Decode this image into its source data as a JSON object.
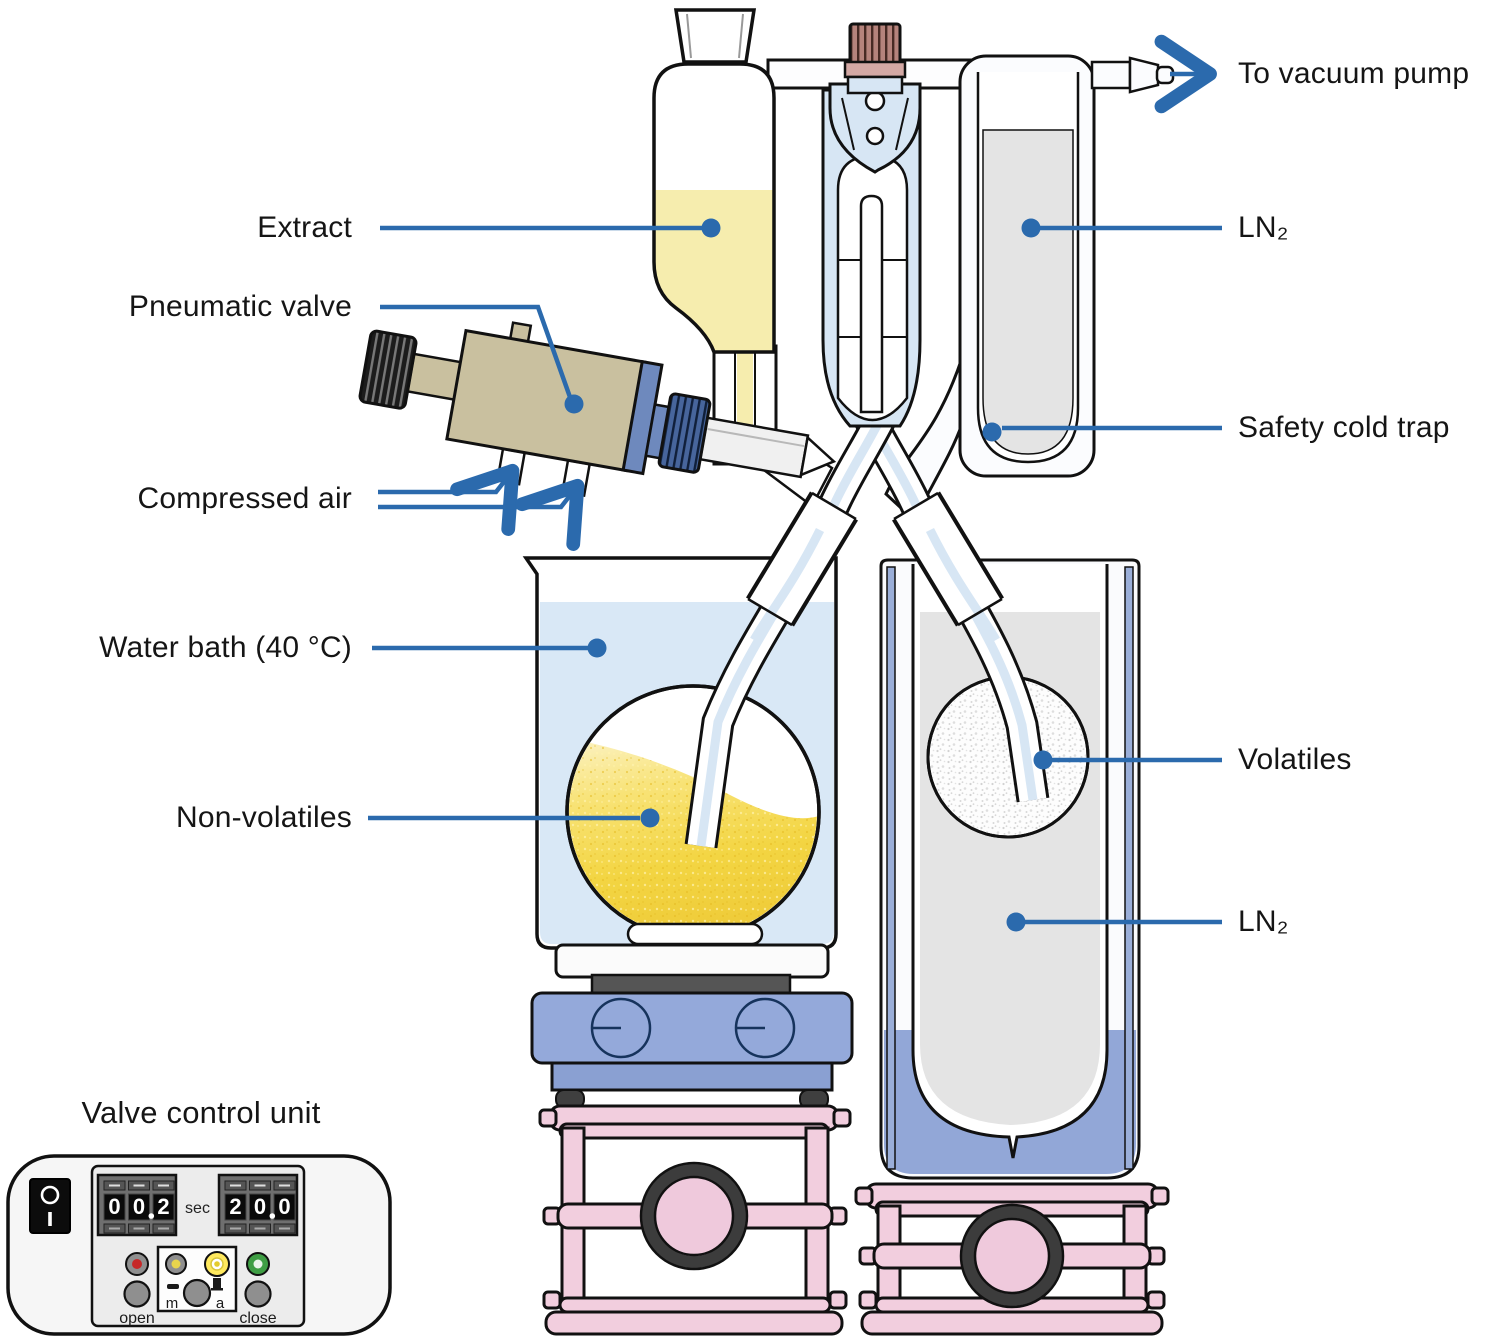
{
  "labels": {
    "extract": "Extract",
    "pneumatic_valve": "Pneumatic valve",
    "compressed_air": "Compressed air",
    "water_bath": "Water bath (40 °C)",
    "non_volatiles": "Non-volatiles",
    "valve_control_unit": "Valve control unit",
    "to_vacuum_pump": "To vacuum pump",
    "ln2_trap": "LN₂",
    "safety_cold_trap": "Safety cold trap",
    "volatiles": "Volatiles",
    "ln2_dewar": "LN₂"
  },
  "control_unit": {
    "power_switch": {
      "off_symbol": "O",
      "on_symbol": "I"
    },
    "open_timer": {
      "digits": [
        "0",
        "0",
        "2"
      ],
      "display": "0 0.2"
    },
    "close_timer": {
      "digits": [
        "2",
        "0",
        "0"
      ],
      "display": "2 0.0"
    },
    "unit_label": "sec",
    "open_button": "open",
    "close_button": "close",
    "manual_label": "m",
    "auto_label": "a"
  },
  "colors": {
    "accent": "#2b6aad",
    "extract_liquid": "#f6edae",
    "non_volatiles_liquid": "#f2d23c",
    "water": "#d9e8f6",
    "glass_tint": "#d7e6f4",
    "ln2_gray": "#e4e4e4",
    "valve_body_tan": "#c9c09f",
    "hotplate_blue": "#94a9da",
    "jack_pink": "#f2cede",
    "dewar_blue": "#92a7d7",
    "led_red": "#c62828",
    "led_yellow": "#e8d44d",
    "led_green": "#3f9e44"
  }
}
